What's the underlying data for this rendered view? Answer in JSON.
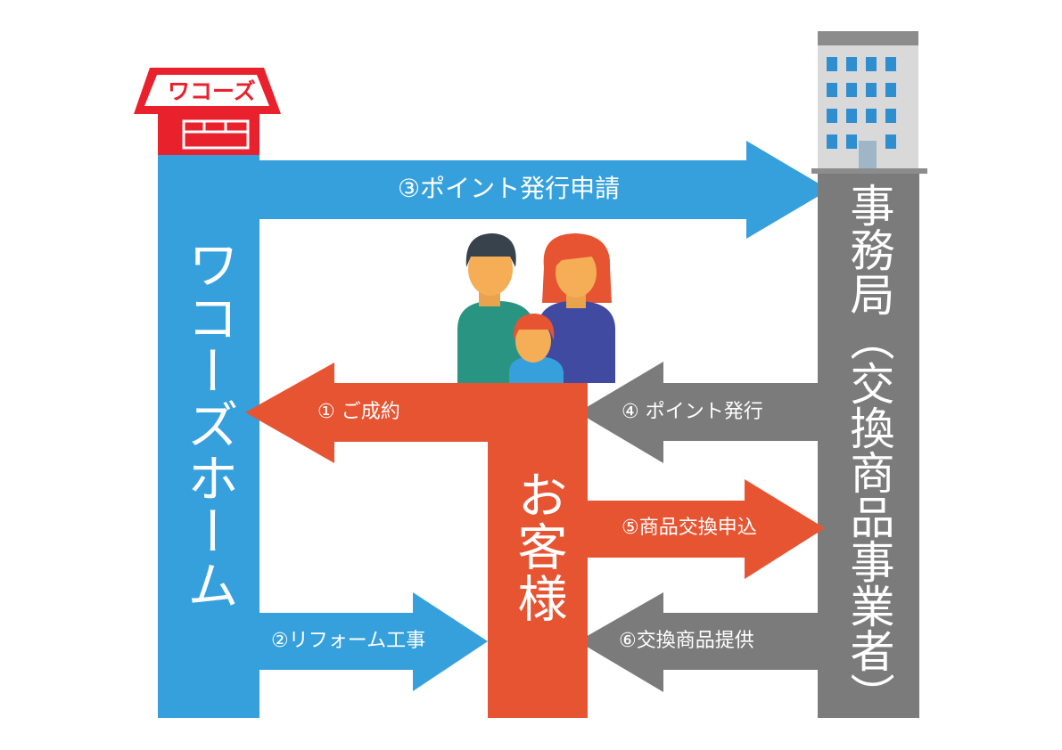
{
  "colors": {
    "wacoz_blue": "#36a0dd",
    "customer_red": "#e75432",
    "office_gray": "#7b7b7b",
    "store_red": "#e8212c",
    "text": "#ffffff"
  },
  "store": {
    "sign_text": "ワコーズ",
    "icon": "store-icon"
  },
  "office": {
    "icon": "office-building-icon"
  },
  "family": {
    "icon": "family-icon"
  },
  "columns": {
    "wacoz": "ワコーズホーム",
    "customer": "お客様",
    "office": "事務局（交換商品事業者）"
  },
  "arrows": {
    "a1": "① ご成約",
    "a2": "②リフォーム工事",
    "a3": "③ポイント発行申請",
    "a4": "④ ポイント発行",
    "a5": "⑤商品交換申込",
    "a6": "⑥交換商品提供"
  }
}
